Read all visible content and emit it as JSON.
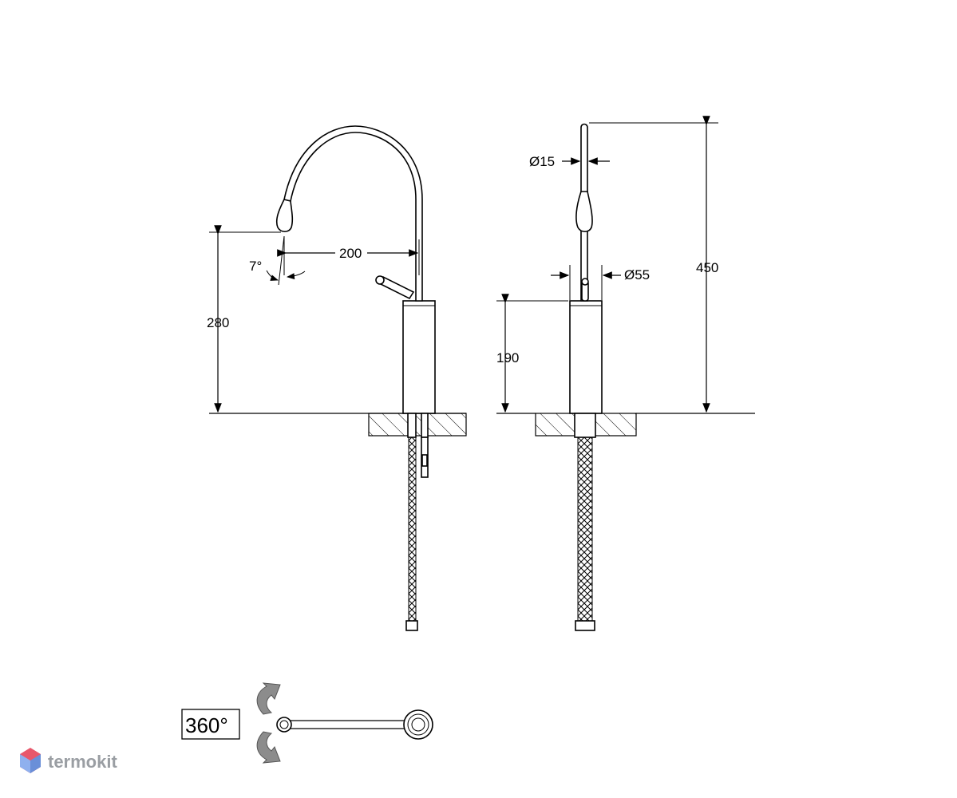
{
  "dimensions": {
    "spout_reach": "200",
    "spout_angle": "7°",
    "spout_height": "280",
    "body_height": "190",
    "total_height": "450",
    "spout_diameter": "Ø15",
    "body_diameter": "Ø55"
  },
  "rotation": {
    "label": "360°"
  },
  "watermark": {
    "brand": "termokit"
  },
  "colors": {
    "line": "#000000",
    "arrow_gray": "#8c8c8c",
    "logo_blue": "#6a8fd8",
    "logo_red": "#e8576b",
    "logo_text": "#9a9ea3"
  }
}
